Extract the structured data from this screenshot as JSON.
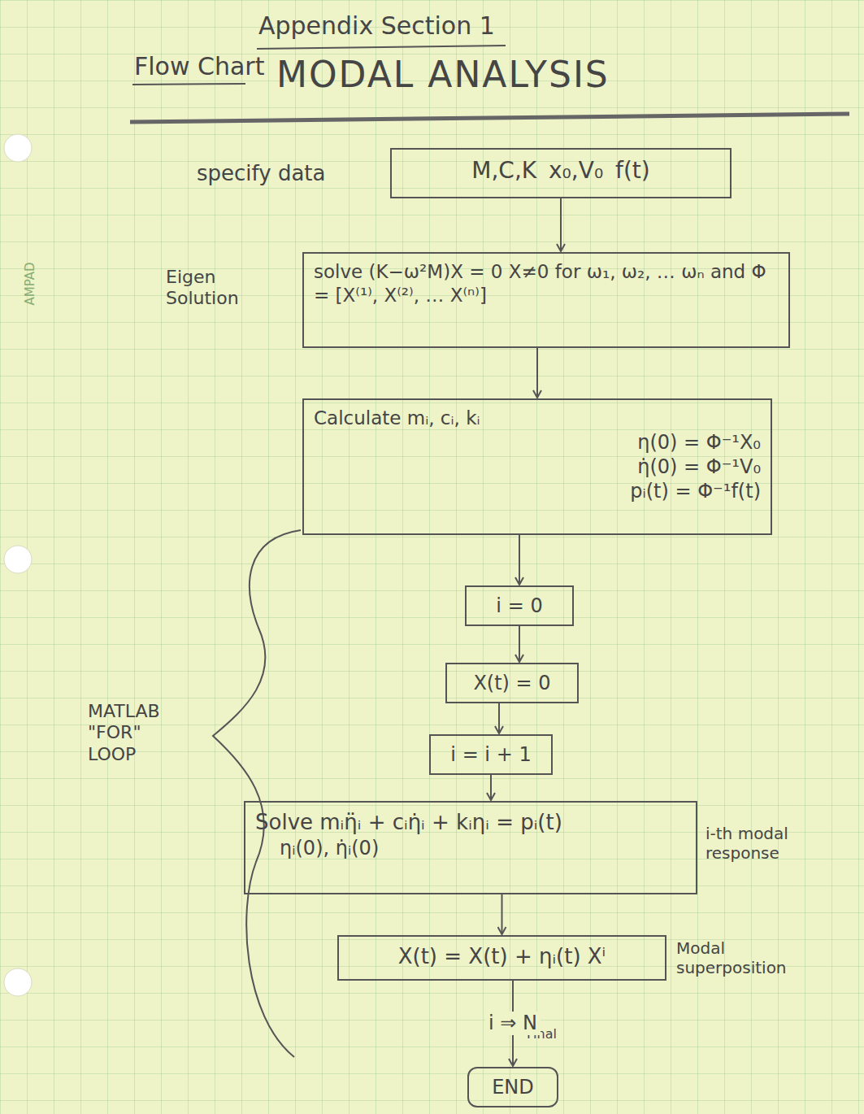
{
  "diagram": {
    "title": "MODAL ANALYSIS",
    "nodes": [
      {
        "text": [
          "specify data",
          "M,C,K x₀,V₀ f(t)"
        ]
      },
      {
        "text": [
          "Eigen Solution",
          "solve (K−ω²M)X = 0 X≠0 for ω₁, ω₂, … ωₙ and Φ = [X⁽¹⁾, X⁽²⁾, … X⁽ⁿ⁾]"
        ]
      },
      {
        "text": [
          "Calculate mᵢ, cᵢ, kᵢ",
          "η(0) = Φ⁻¹X₀",
          "η̇(0) = Φ⁻¹V₀",
          "pᵢ(t) = Φ⁻¹f(t)"
        ]
      },
      {
        "text": [
          "i = 0"
        ]
      },
      {
        "text": [
          "X(t) = 0"
        ]
      },
      {
        "text": [
          "i = i + 1"
        ]
      },
      {
        "text": [
          "Solve mᵢη̈ᵢ + cᵢη̇ᵢ + kᵢηᵢ = pᵢ(t)",
          "ηᵢ(0), η̇ᵢ(0)",
          "i-th modal response"
        ]
      },
      {
        "text": [
          "X(t) = X(t) + ηᵢ(t) Xⁱ",
          "Modal superposition"
        ]
      },
      {
        "text": [
          "END"
        ]
      }
    ],
    "edges": [
      {
        "from": 0,
        "to": 1,
        "arrow": "to"
      },
      {
        "from": 1,
        "to": 2,
        "arrow": "to"
      },
      {
        "from": 2,
        "to": 3,
        "arrow": "to"
      },
      {
        "from": 3,
        "to": 4,
        "arrow": "to"
      },
      {
        "from": 4,
        "to": 5,
        "arrow": "to"
      },
      {
        "from": 5,
        "to": 6,
        "arrow": "to"
      },
      {
        "from": 6,
        "to": 7,
        "arrow": "to"
      },
      {
        "from": 7,
        "to": 8,
        "label": "i ⇒ N",
        "arrow": "to"
      }
    ],
    "labels": [
      "Appendix Section 1",
      "Flow Chart",
      "MATLAB \"FOR\" LOOP",
      "Final",
      "AMPAD"
    ]
  }
}
